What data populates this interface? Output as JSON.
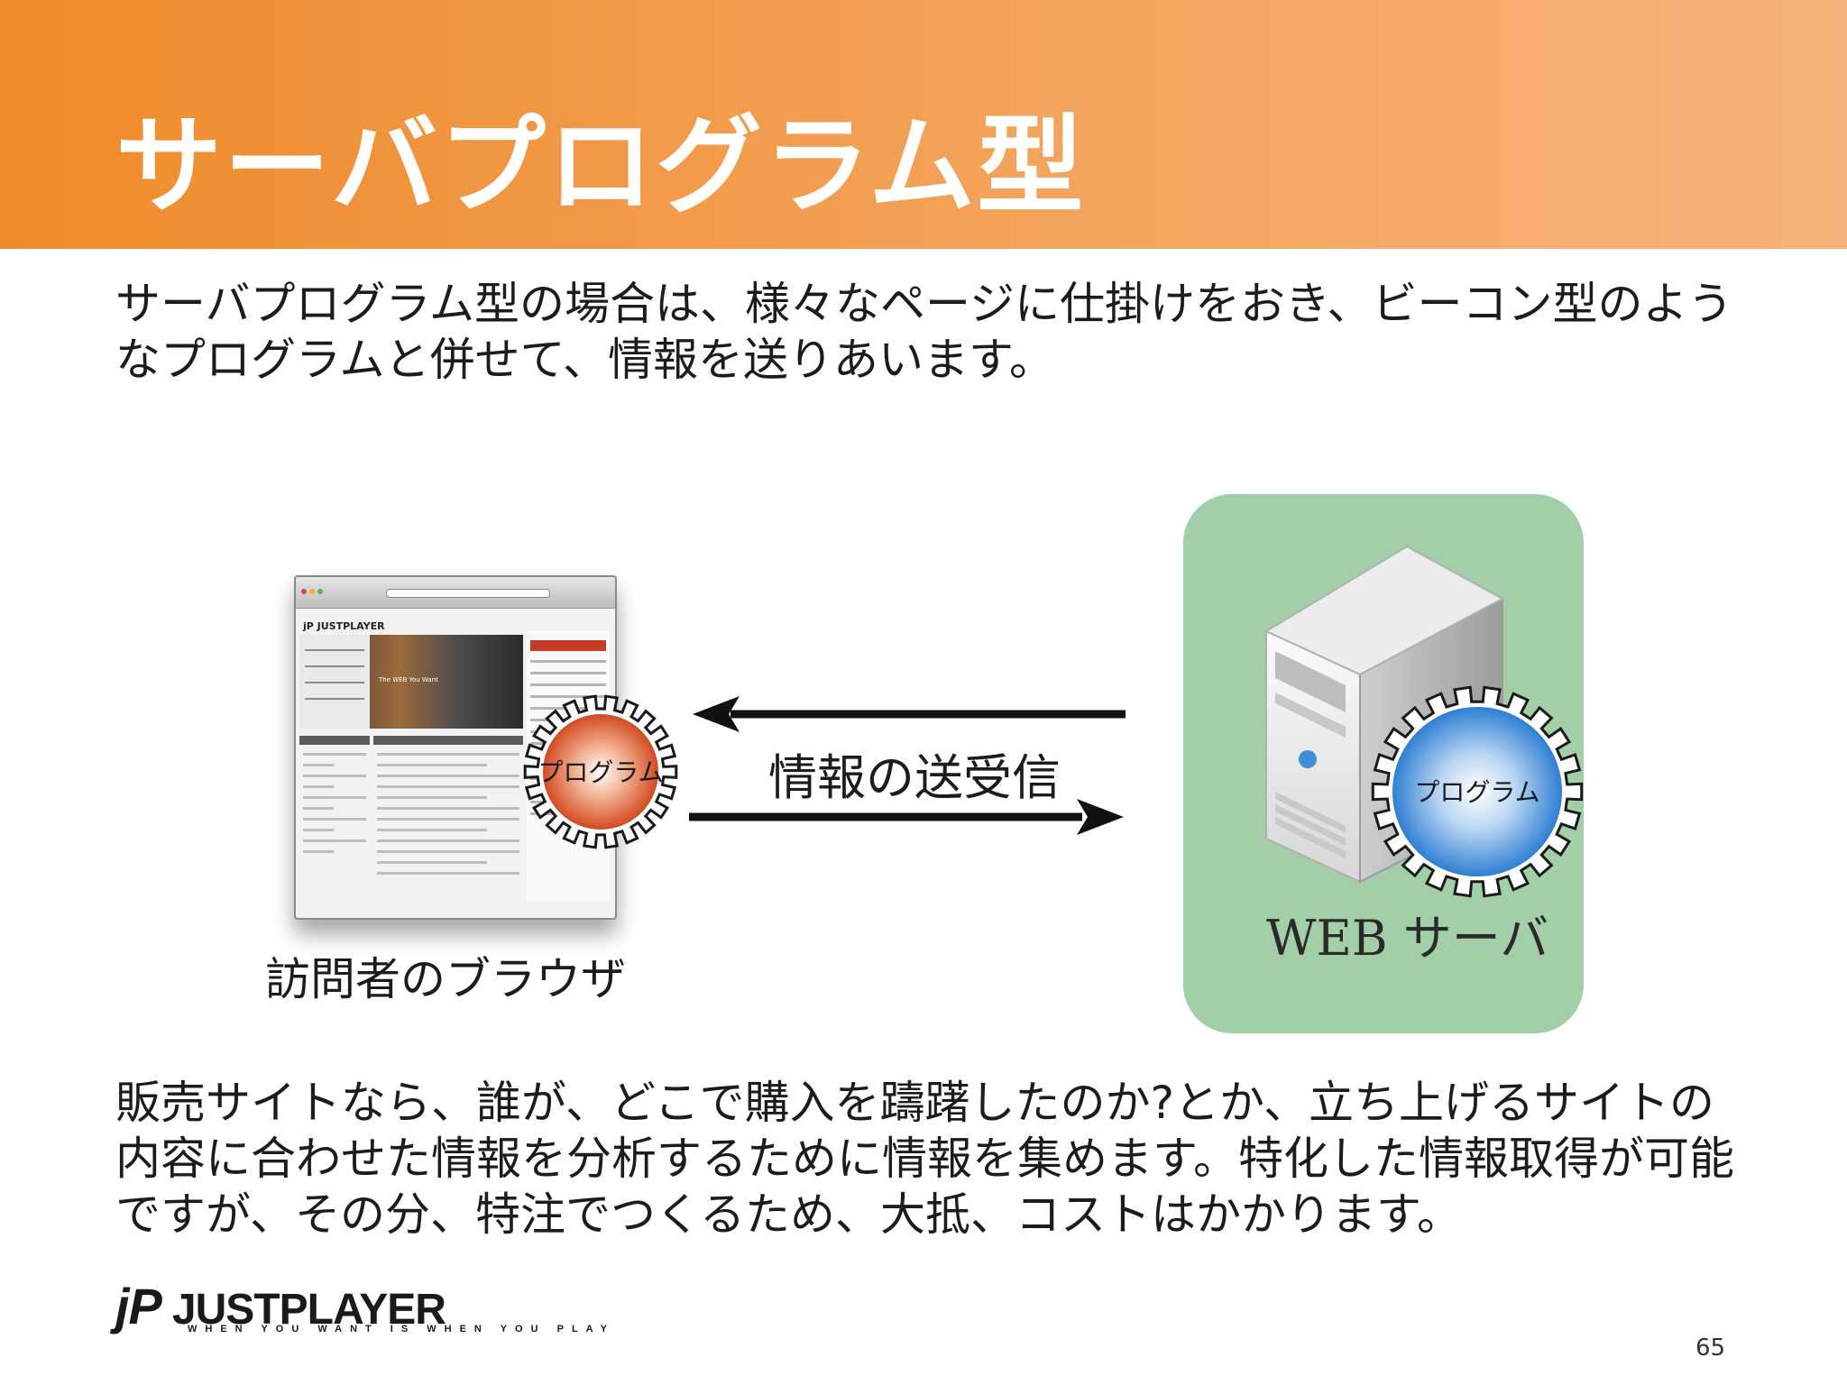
{
  "slide": {
    "title": "サーバプログラム型",
    "intro": "サーバプログラム型の場合は、様々なページに仕掛けをおき、ビーコン型のようなプログラムと併せて、情報を送りあいます。",
    "body": "販売サイトなら、誰が、どこで購入を躊躇したのか?とか、立ち上げるサイトの内容に合わせた情報を分析するために情報を集めます。特化した情報取得が可能ですが、その分、特注でつくるため、大抵、コストはかかります。",
    "page_number": "65"
  },
  "diagram": {
    "browser_caption": "訪問者のブラウザ",
    "browser_gear_label": "プログラム",
    "exchange_label": "情報の送受信",
    "server_caption": "WEB サーバ",
    "server_gear_label": "プログラム",
    "browser_mock": {
      "logo": "jP JUSTPLAYER",
      "hero_caption": "The WEB You Want"
    }
  },
  "footer": {
    "logo_mark": "jP",
    "logo_text": "JUSTPLAYER",
    "tagline": "WHEN YOU WANT IS WHEN YOU PLAY"
  },
  "colors": {
    "banner": "#ef8a2a",
    "server_panel": "#a2cfa8",
    "browser_gear": "#d9532f",
    "server_gear": "#3f87d6"
  }
}
